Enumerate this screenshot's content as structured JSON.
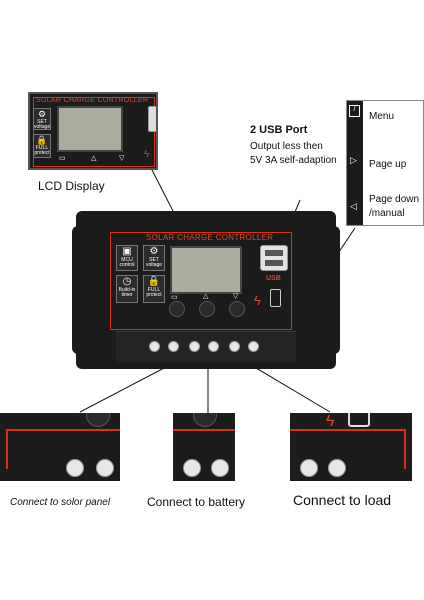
{
  "lcd_callout": {
    "title": "SOLAR CHARGE CONTROLLER",
    "set_label_line1": "SET",
    "set_label_line2": "voltage",
    "full_label_line1": "FULL",
    "full_label_line2": "protect"
  },
  "lcd_display_label": "LCD Display",
  "usb_callout": {
    "title": "2 USB Port",
    "desc_line1": "Output less then",
    "desc_line2": "5V 3A self-adaption"
  },
  "button_callout": {
    "menu": "Menu",
    "page_up": "Page up",
    "page_down_line1": "Page down",
    "page_down_line2": "/manual"
  },
  "controller": {
    "title": "SOLAR CHARGE CONTROLLER",
    "mcu_line1": "MCU",
    "mcu_line2": "control",
    "set_line1": "SET",
    "set_line2": "voltage",
    "timer_line1": "Build-in",
    "timer_line2": "timer",
    "full_line1": "FULL",
    "full_line2": "protect",
    "usb_label": "USB"
  },
  "captions": {
    "solar": "Connect to solor panel",
    "battery": "Connect to battery",
    "load": "Connect to load"
  },
  "colors": {
    "accent_red": "#d9301e",
    "body": "#1b1b1b"
  },
  "icons": [
    "lock-icon",
    "gear-icon",
    "clock-icon",
    "phone-icon",
    "lightning-icon",
    "menu-icon",
    "triangle-up-icon",
    "triangle-down-icon"
  ]
}
